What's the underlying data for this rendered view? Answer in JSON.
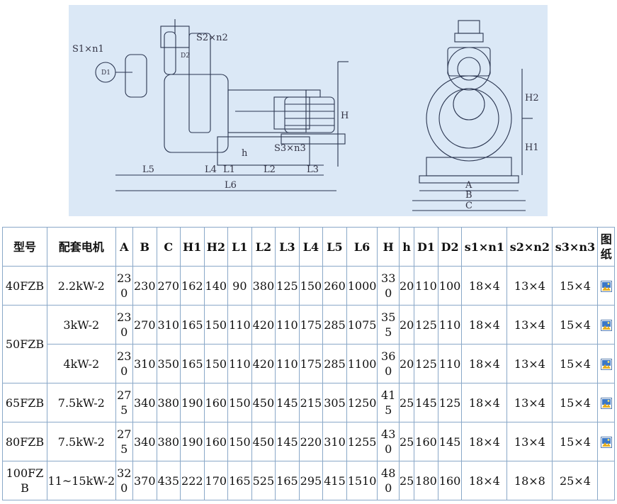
{
  "diagram": {
    "labels": {
      "s1n1": "S1×n1",
      "s2n2": "S2×n2",
      "s3n3": "S3×n3",
      "L1": "L1",
      "L2": "L2",
      "L3": "L3",
      "L4": "L4",
      "L5": "L5",
      "L6": "L6",
      "H": "H",
      "h": "h",
      "H1": "H1",
      "H2": "H2",
      "A": "A",
      "B": "B",
      "C": "C",
      "D1": "D1",
      "D2": "D2"
    }
  },
  "table": {
    "headers": [
      "型号",
      "配套电机",
      "A",
      "B",
      "C",
      "H1",
      "H2",
      "L1",
      "L2",
      "L3",
      "L4",
      "L5",
      "L6",
      "H",
      "h",
      "D1",
      "D2",
      "s1×n1",
      "s2×n2",
      "s3×n3",
      "图纸"
    ],
    "rows": [
      {
        "model": "40FZB",
        "motor": "2.2kW-2",
        "vals": [
          "230",
          "230",
          "270",
          "162",
          "140",
          "90",
          "380",
          "125",
          "150",
          "260",
          "1000",
          "330",
          "20",
          "110",
          "100",
          "18×4",
          "13×4",
          "15×4"
        ],
        "drawing": true
      },
      {
        "model": "50FZB",
        "motor": "3kW-2",
        "vals": [
          "230",
          "270",
          "310",
          "165",
          "150",
          "110",
          "420",
          "110",
          "175",
          "285",
          "1075",
          "355",
          "20",
          "125",
          "110",
          "18×4",
          "13×4",
          "15×4"
        ],
        "drawing": true
      },
      {
        "model": "",
        "motor": "4kW-2",
        "vals": [
          "230",
          "310",
          "350",
          "165",
          "150",
          "110",
          "420",
          "110",
          "175",
          "285",
          "1100",
          "360",
          "20",
          "125",
          "110",
          "18×4",
          "13×4",
          "15×4"
        ],
        "drawing": true
      },
      {
        "model": "65FZB",
        "motor": "7.5kW-2",
        "vals": [
          "275",
          "340",
          "380",
          "190",
          "160",
          "150",
          "450",
          "145",
          "215",
          "305",
          "1250",
          "415",
          "25",
          "145",
          "125",
          "18×4",
          "13×4",
          "15×4"
        ],
        "drawing": true
      },
      {
        "model": "80FZB",
        "motor": "7.5kW-2",
        "vals": [
          "275",
          "340",
          "380",
          "190",
          "160",
          "150",
          "450",
          "145",
          "220",
          "310",
          "1255",
          "430",
          "25",
          "160",
          "145",
          "18×4",
          "13×4",
          "15×4"
        ],
        "drawing": true
      },
      {
        "model": "100FZB",
        "motor": "11~15kW-2",
        "vals": [
          "320",
          "370",
          "435",
          "222",
          "170",
          "165",
          "525",
          "165",
          "295",
          "415",
          "1510",
          "480",
          "25",
          "180",
          "160",
          "18×4",
          "18×8",
          "25×4"
        ],
        "drawing": false
      }
    ]
  }
}
